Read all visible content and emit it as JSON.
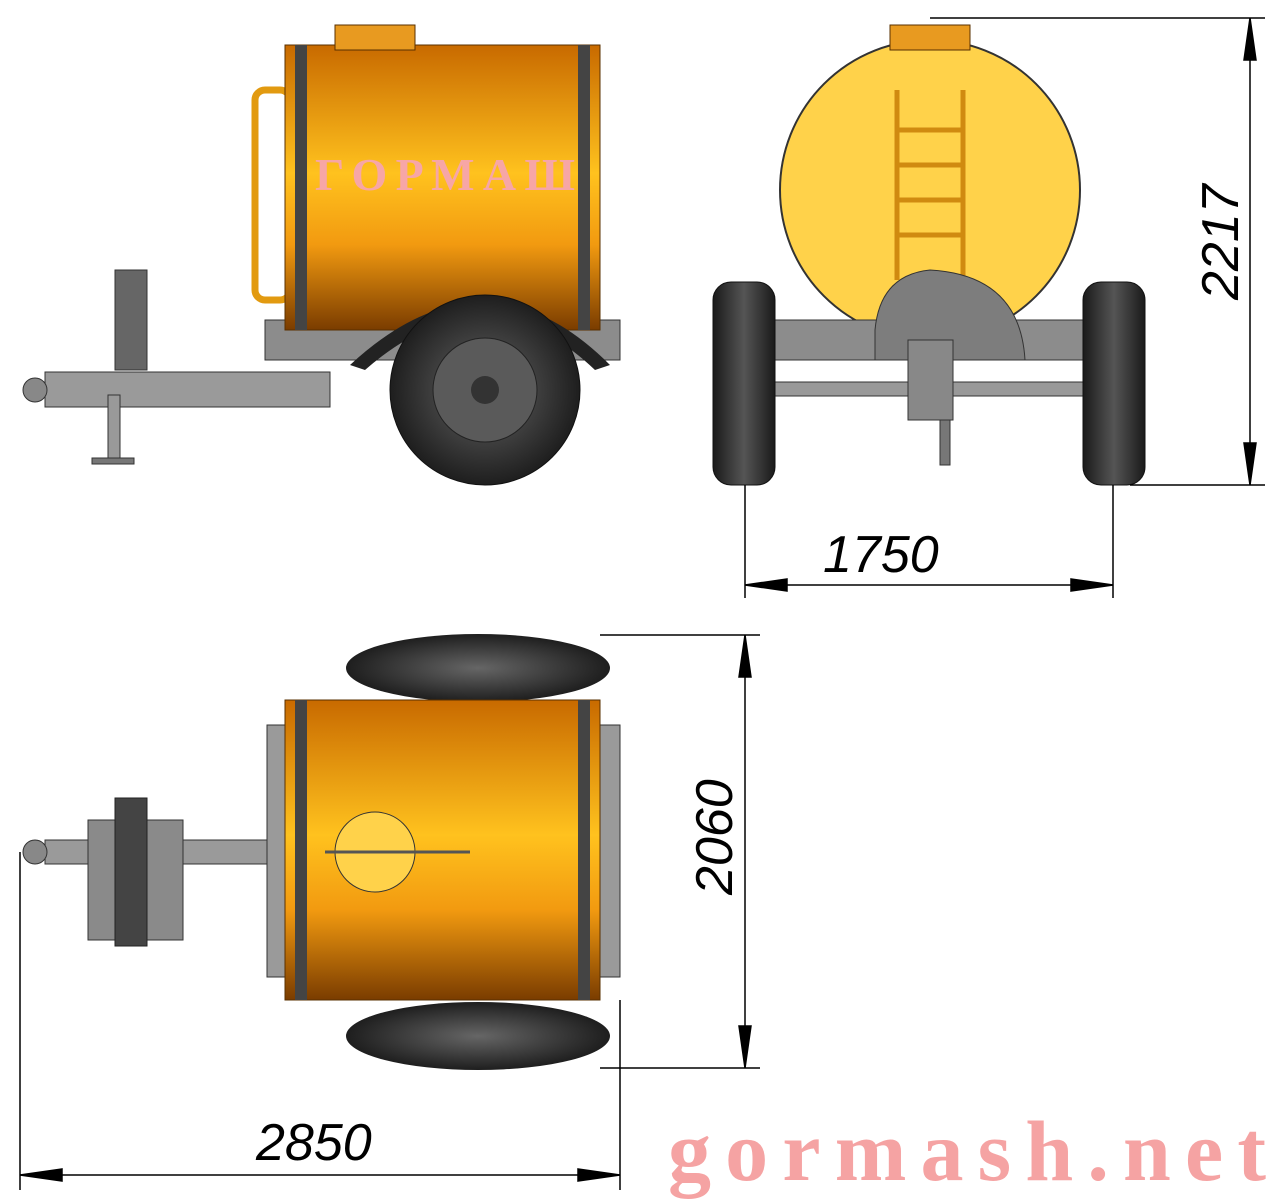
{
  "brand_on_tank": "ГОРМАШ",
  "watermark": "gormash.net",
  "dimensions": {
    "height": "2217",
    "track_width": "1750",
    "overall_width": "2060",
    "overall_length": "2850"
  },
  "colors": {
    "tank_orange": "#f29a10",
    "tank_yellow": "#ffd24a",
    "frame_gray": "#8c8c8c",
    "tire_black": "#2a2a2a",
    "brand_pink": "#f5a3a3"
  }
}
